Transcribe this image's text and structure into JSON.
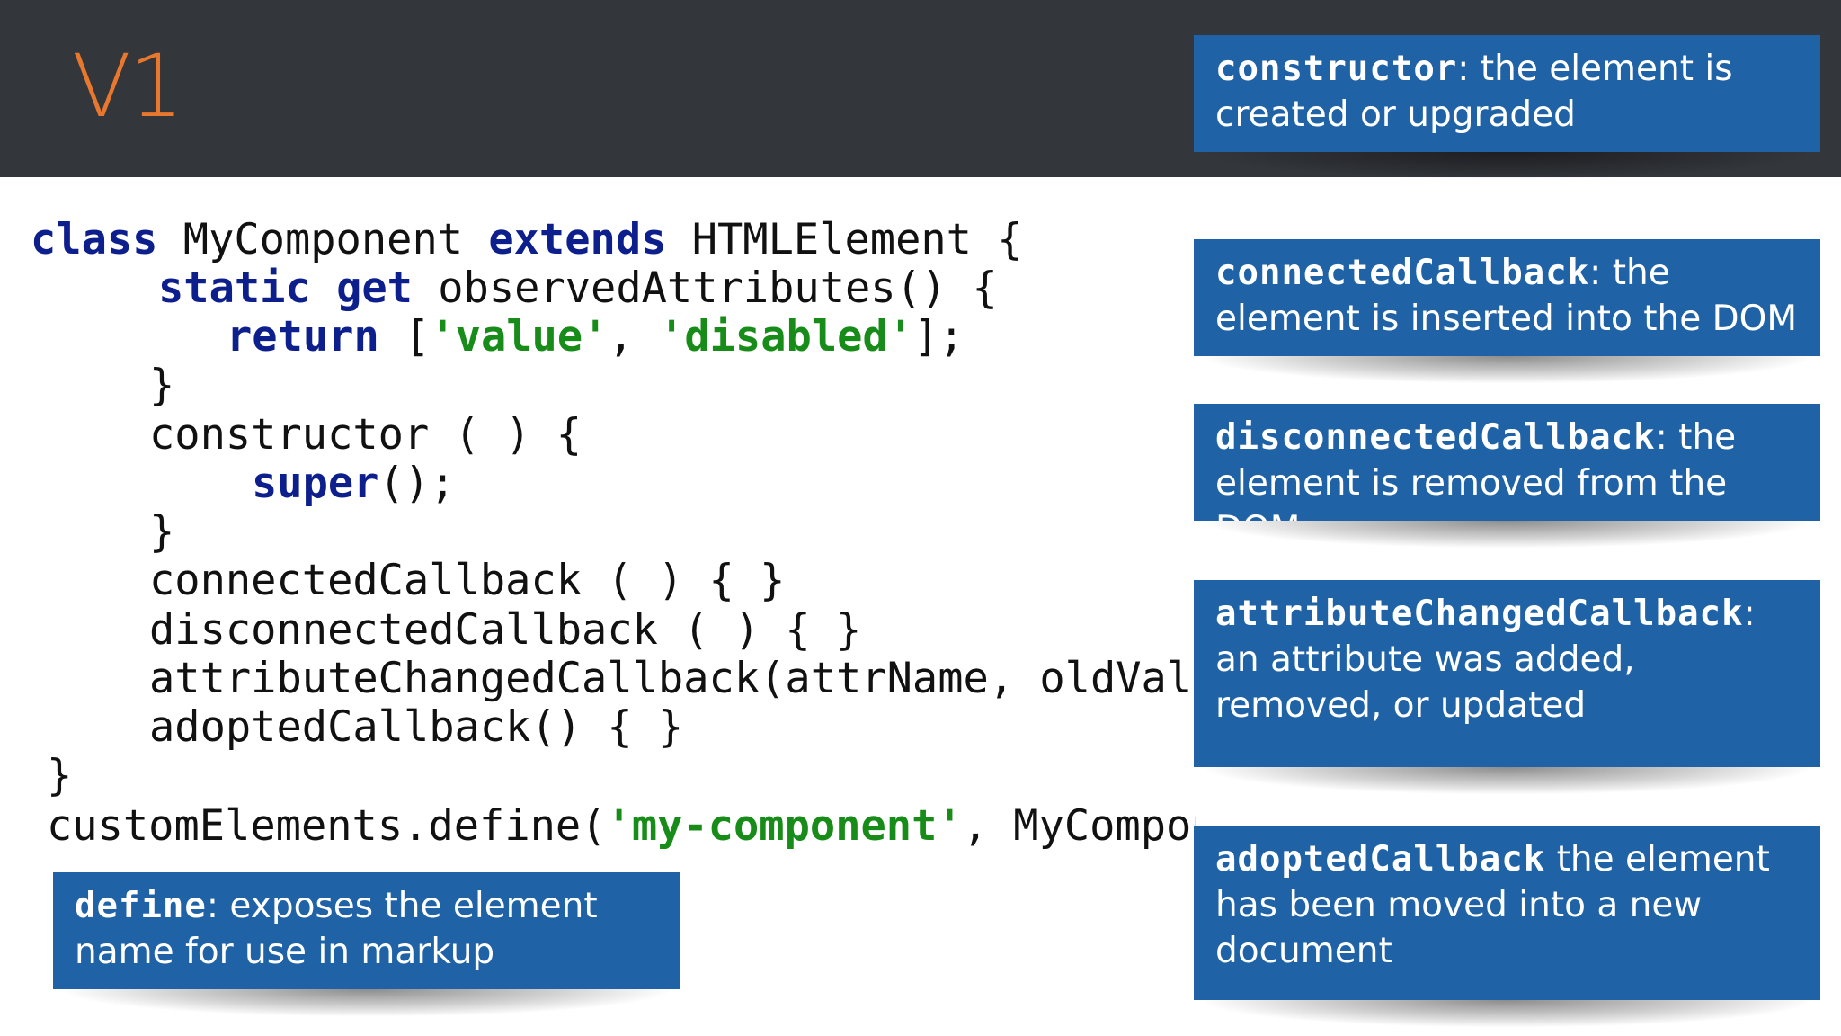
{
  "slide": {
    "title": "V1"
  },
  "code": {
    "line1": {
      "kw1": "class",
      "t1": " MyComponent ",
      "kw2": "extends",
      "t2": " HTMLElement {"
    },
    "line2": {
      "kw1": "static",
      "t1": " ",
      "kw2": "get",
      "t2": " observedAttributes() {"
    },
    "line3": {
      "kw1": "return",
      "t1": " [",
      "s1": "'value'",
      "t2": ", ",
      "s2": "'disabled'",
      "t3": "];"
    },
    "line4": {
      "t1": "}"
    },
    "line5": {
      "t1": "constructor ( ) {"
    },
    "line6": {
      "kw1": "super",
      "t1": "();"
    },
    "line7": {
      "t1": "}"
    },
    "line8": {
      "t1": "connectedCallback ( ) { }"
    },
    "line9": {
      "t1": "disconnectedCallback ( ) { }"
    },
    "line10": {
      "t1": "attributeChangedCallback(attrName, oldVal"
    },
    "line11": {
      "t1": "adoptedCallback() { }"
    },
    "line12": {
      "t1": "}"
    },
    "line13": {
      "t1": "customElements.define(",
      "s1": "'my-component'",
      "t2": ", MyComponent);"
    }
  },
  "callouts": {
    "constructor": {
      "term": "constructor",
      "text": ": the element is created or upgraded"
    },
    "connected": {
      "term": "connectedCallback",
      "text": ": the element is inserted into the DOM"
    },
    "disconnected": {
      "term": "disconnectedCallback",
      "text": ": the element is removed from the DOM."
    },
    "attribute": {
      "term": "attributeChangedCallback",
      "text": ": an attribute was added, removed, or updated"
    },
    "adopted": {
      "term": "adoptedCallback",
      "text": " the element has been moved into a new document"
    },
    "define": {
      "term": "define",
      "text": ": exposes the element name for use in markup"
    }
  },
  "colors": {
    "header": "#33363b",
    "title": "#e8782e",
    "keyword": "#0d1f8c",
    "string": "#188c18",
    "callout": "#1f62a6"
  }
}
